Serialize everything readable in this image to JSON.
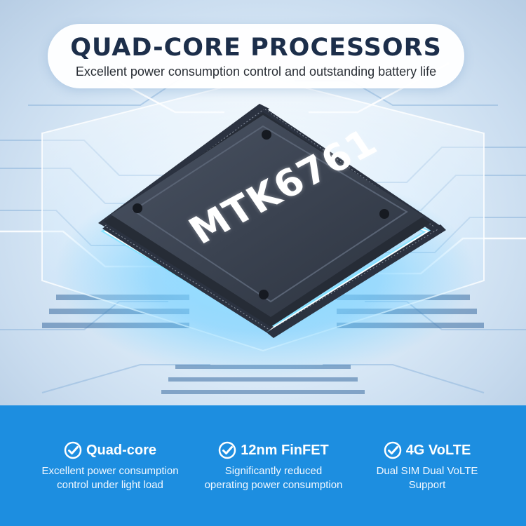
{
  "header": {
    "title": "QUAD-CORE PROCESSORS",
    "subtitle": "Excellent power consumption control and outstanding battery life"
  },
  "chip": {
    "label": "MTK6761"
  },
  "features": [
    {
      "icon": "check-circle-icon",
      "title": "Quad-core",
      "desc_lines": [
        "Excellent power consumption",
        "control under light load"
      ]
    },
    {
      "icon": "check-circle-icon",
      "title": "12nm FinFET",
      "desc_lines": [
        "Significantly reduced",
        "operating power consumption"
      ]
    },
    {
      "icon": "check-circle-icon",
      "title": "4G VoLTE",
      "desc_lines": [
        "Dual SIM Dual VoLTE",
        "Support"
      ]
    }
  ],
  "colors": {
    "band": "#1d8ee0",
    "headline_text": "#1c2e4a",
    "chip_body": "#3a4352",
    "glow": "#5fd2ff"
  }
}
